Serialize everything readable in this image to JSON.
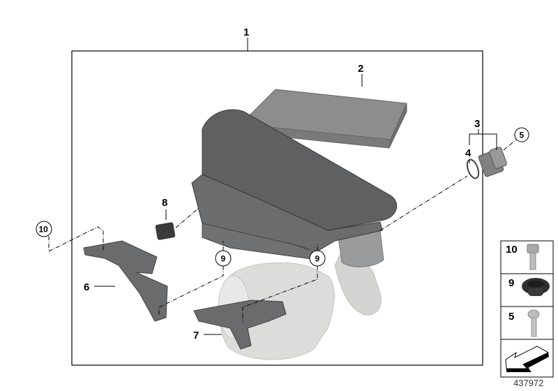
{
  "diagram_id": "437972",
  "callouts": {
    "c1": "1",
    "c2": "2",
    "c3": "3",
    "c4": "4",
    "c5": "5",
    "c6": "6",
    "c7": "7",
    "c8": "8",
    "c9a": "9",
    "c9b": "9",
    "c10": "10"
  },
  "legend": [
    {
      "number": "10",
      "part": "hex-bolt"
    },
    {
      "number": "9",
      "part": "rubber-grommet"
    },
    {
      "number": "5",
      "part": "torx-screw"
    }
  ],
  "colors": {
    "filter": "#8a8a8a",
    "airbox": "#5e5f60",
    "pipe": "#d8d8d6",
    "bracket": "#6a6b6c"
  }
}
